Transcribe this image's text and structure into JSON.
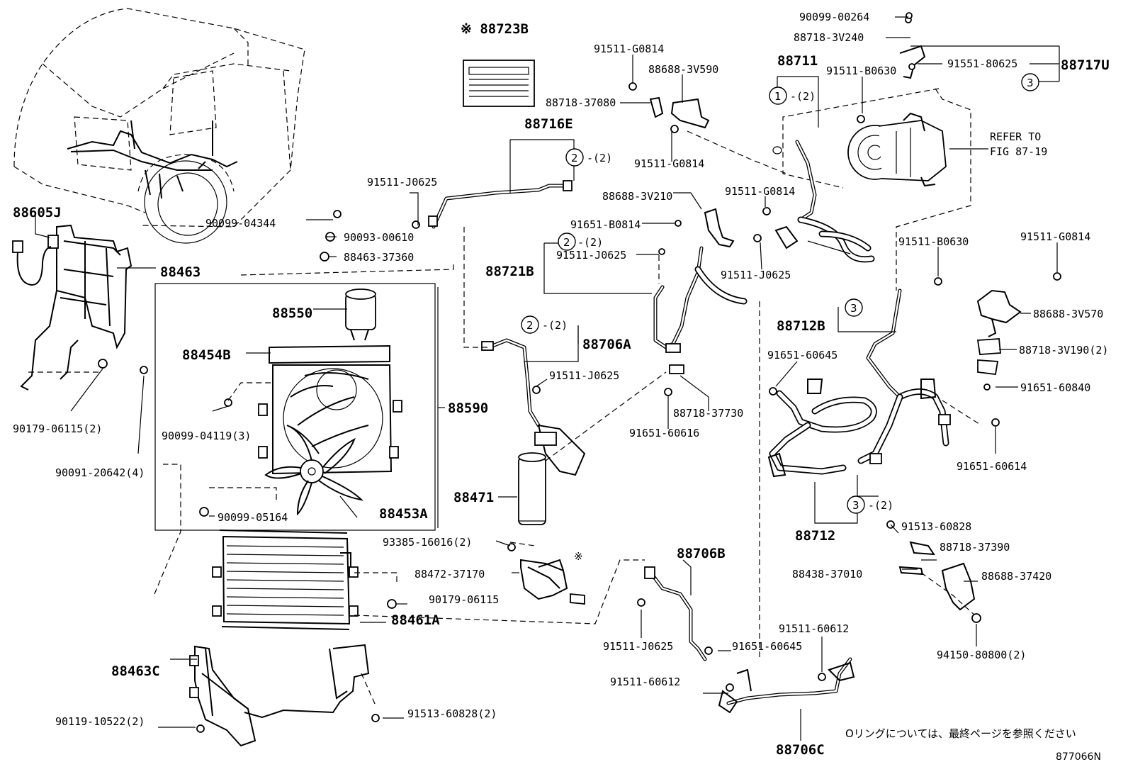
{
  "diagram": {
    "figure_code": "877066N",
    "note_ja": "Oリングについては、最終ページを参照ください",
    "refer_to": [
      "REFER TO",
      "FIG 87-19"
    ],
    "qty": {
      "q2": "-(2)"
    },
    "circled": {
      "c1": "1",
      "c2": "2",
      "c3": "3"
    },
    "label_mark": "※",
    "parts": {
      "p88723B": "※ 88723B",
      "p90099_00264": "90099-00264",
      "p88718_3V240": "88718-3V240",
      "p88717U": "88717U",
      "p91551_80625": "91551-80625",
      "p91511_G0814_a": "91511-G0814",
      "p88688_3V590": "88688-3V590",
      "p88711": "88711",
      "p91511_B0630_a": "91511-B0630",
      "p88718_37080": "88718-37080",
      "p91511_G0814_b": "91511-G0814",
      "p88716E": "88716E",
      "p91511_J0625_a": "91511-J0625",
      "p88688_3V210": "88688-3V210",
      "p91511_G0814_c": "91511-G0814",
      "p88605J": "88605J",
      "p90099_04344": "90099-04344",
      "p91651_B0814": "91651-B0814",
      "p90093_00610": "90093-00610",
      "p91511_J0625_b": "91511-J0625",
      "p91511_B0630_b": "91511-B0630",
      "p91511_G0814_d": "91511-G0814",
      "p88463_37360": "88463-37360",
      "p88721B": "88721B",
      "p91511_J0625_c": "91511-J0625",
      "p88463": "88463",
      "p88550": "88550",
      "p88712B": "88712B",
      "p88688_3V570": "88688-3V570",
      "p88706A": "88706A",
      "p88454B": "88454B",
      "p91651_60645_a": "91651-60645",
      "p88718_3V190": "88718-3V190(2)",
      "p91511_J0625_d": "91511-J0625",
      "p88590": "88590",
      "p91651_60840": "91651-60840",
      "p88718_37730": "88718-37730",
      "p90179_06115_a": "90179-06115(2)",
      "p90099_04119": "90099-04119(3)",
      "p91651_60616": "91651-60616",
      "p91651_60614": "91651-60614",
      "p90091_20642": "90091-20642(4)",
      "p88471": "88471",
      "p88712": "88712",
      "p90099_05164": "90099-05164",
      "p88453A": "88453A",
      "p91513_60828_a": "91513-60828",
      "p93385_16016": "93385-16016(2)",
      "p88718_37390": "88718-37390",
      "p88706B": "88706B",
      "p88472_37170": "88472-37170",
      "p88438_37010": "88438-37010",
      "p88688_37420": "88688-37420",
      "p90179_06115_b": "90179-06115",
      "p88461A": "88461A",
      "p91511_60612_a": "91511-60612",
      "p91511_J0625_e": "91511-J0625",
      "p91651_60645_b": "91651-60645",
      "p94150_80800": "94150-80800(2)",
      "p88463C": "88463C",
      "p91511_60612_b": "91511-60612",
      "p91513_60828_b": "91513-60828(2)",
      "p90119_10522": "90119-10522(2)",
      "p88706C": "88706C"
    }
  }
}
